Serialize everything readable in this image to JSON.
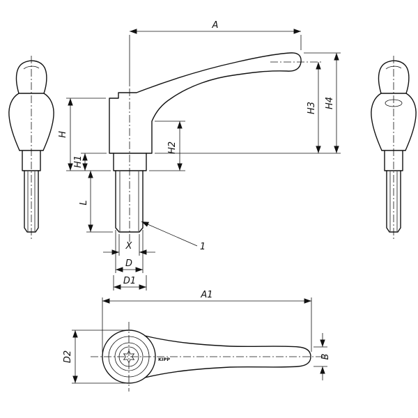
{
  "drawing": {
    "colors": {
      "line": "#111111",
      "background": "#ffffff"
    },
    "dims": {
      "A": "A",
      "H": "H",
      "H1": "H1",
      "H2": "H2",
      "H3": "H3",
      "H4": "H4",
      "L": "L",
      "X": "X",
      "D": "D",
      "D1": "D1",
      "A1": "A1",
      "B": "B",
      "D2": "D2"
    },
    "callouts": {
      "position_1": "1"
    },
    "stamp": "KIPP"
  }
}
